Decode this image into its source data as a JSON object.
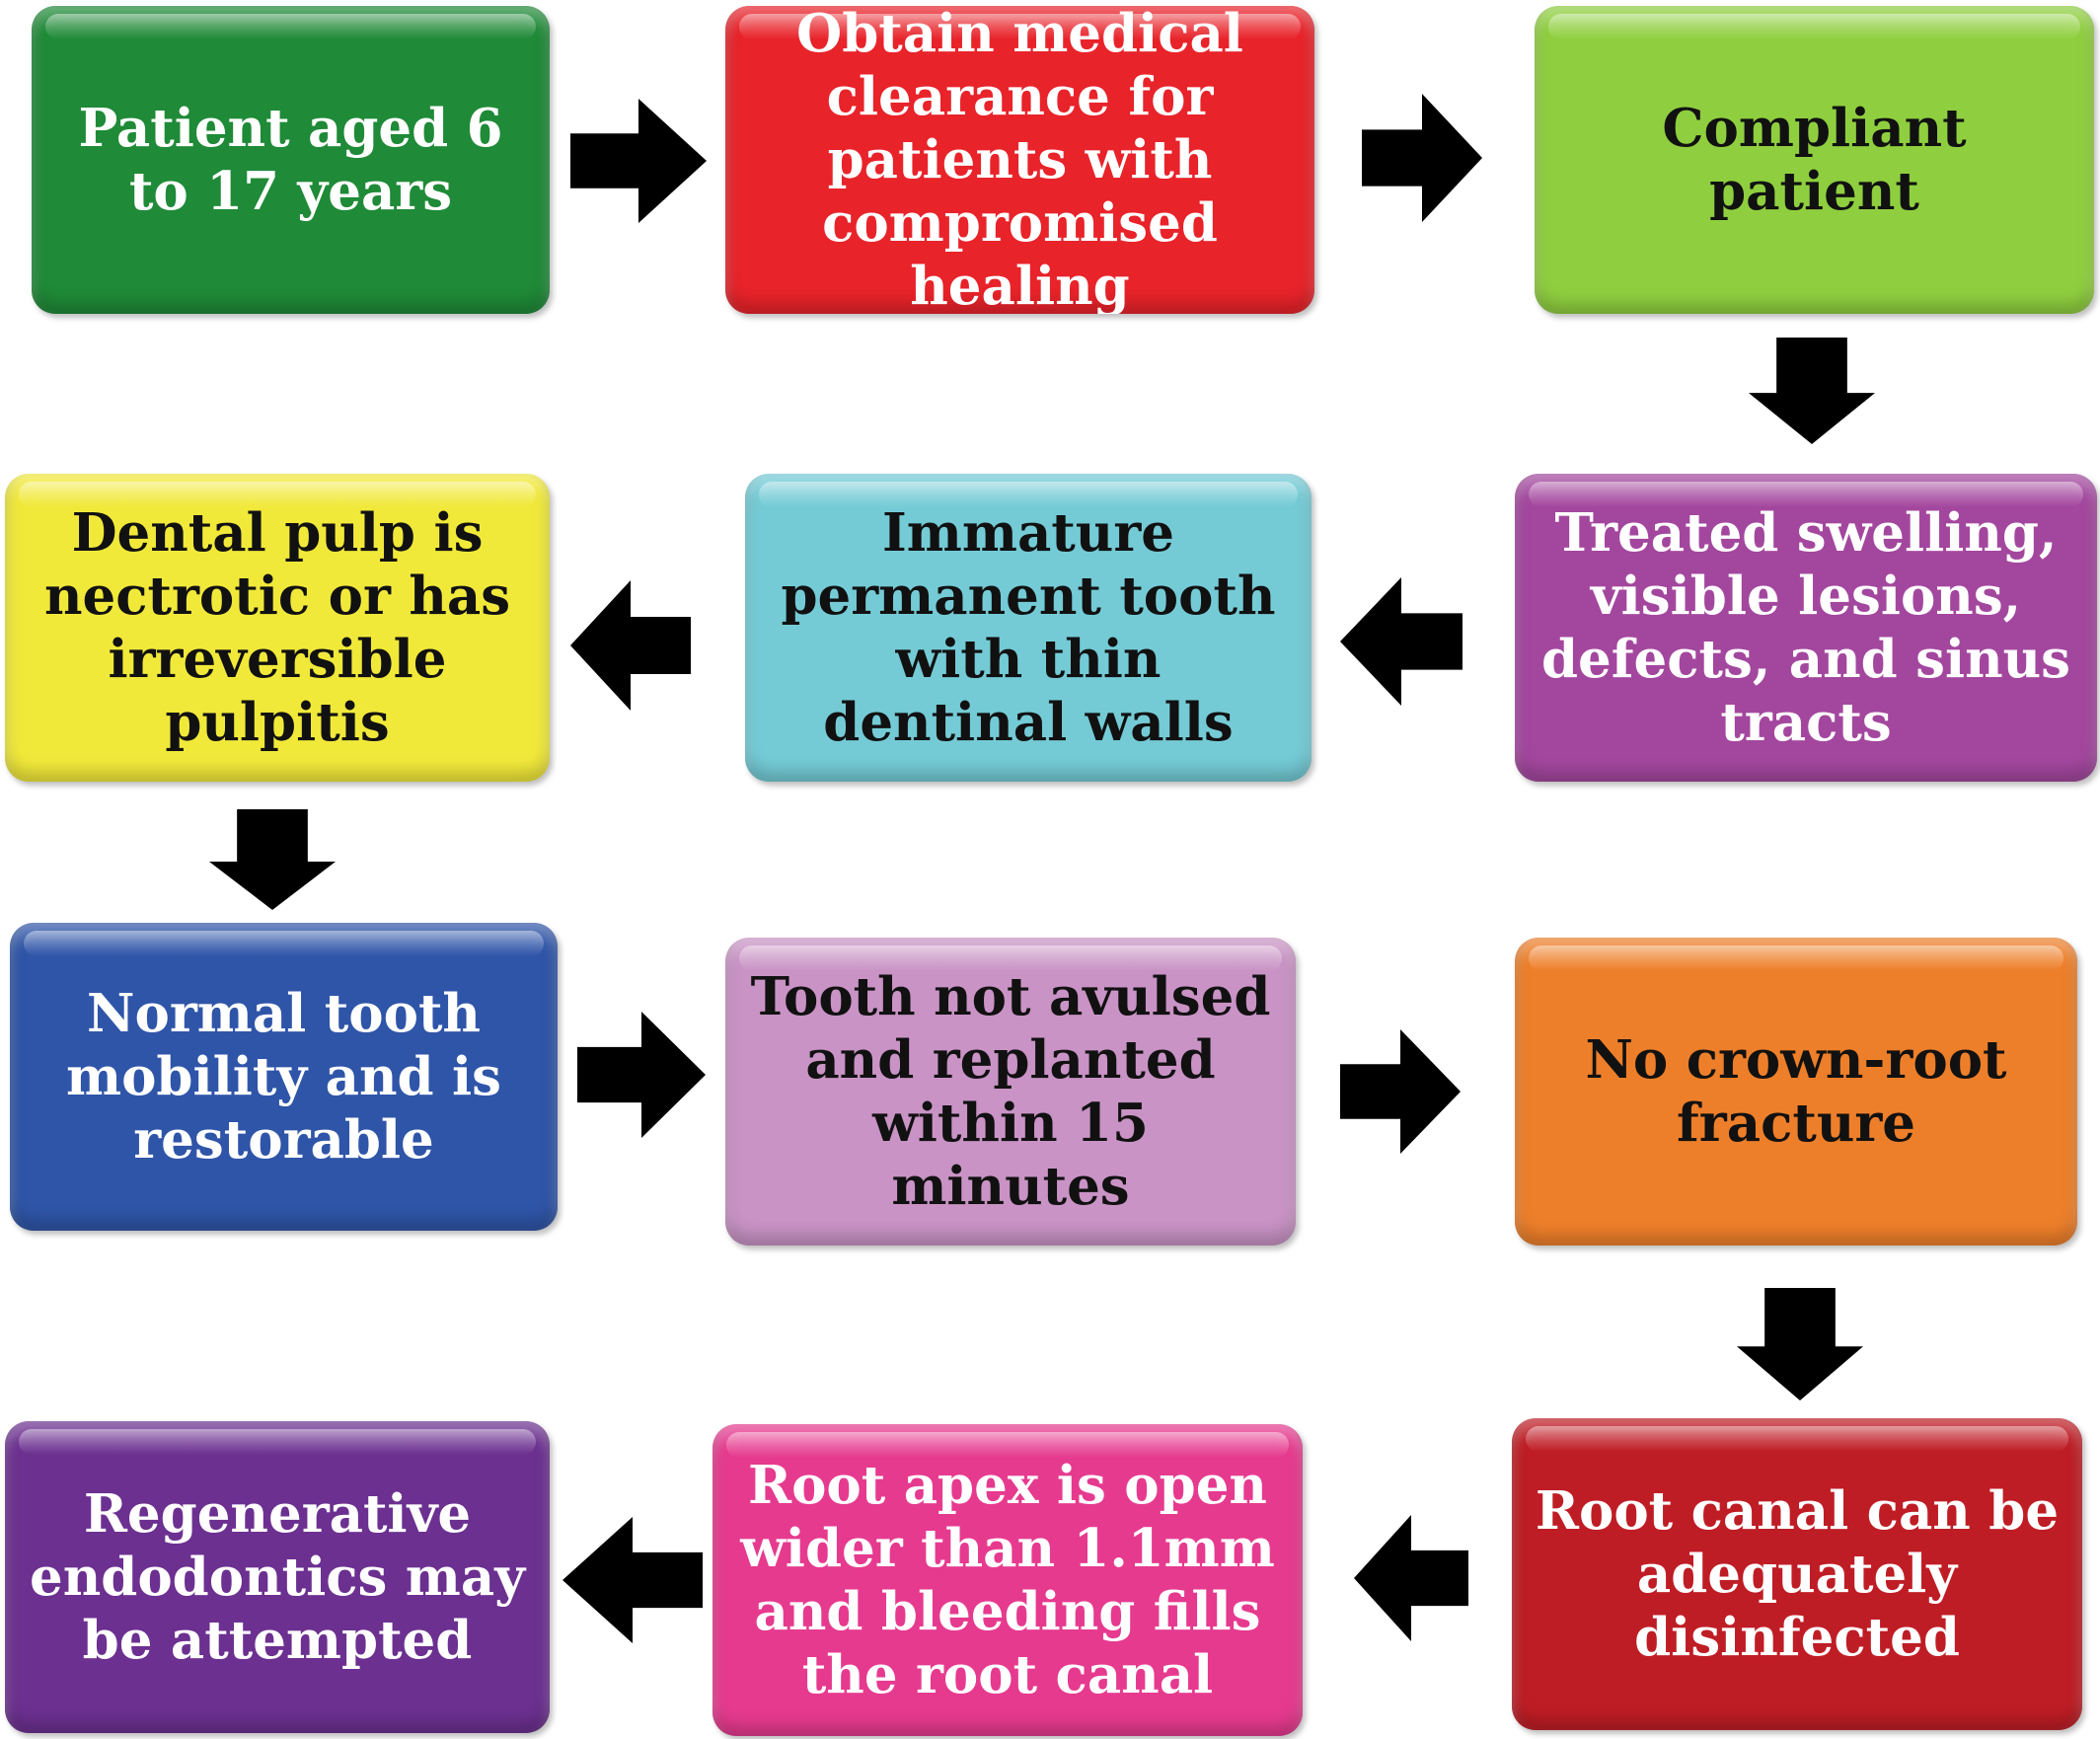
{
  "boxes": [
    {
      "id": "b1",
      "text": "Patient aged 6 to 17 years",
      "color": "#1f8a37"
    },
    {
      "id": "b2",
      "text": "Obtain medical clearance for patients with compromised healing",
      "color": "#e8232a"
    },
    {
      "id": "b3",
      "text": "Compliant patient",
      "color": "#8fcf3f"
    },
    {
      "id": "b4",
      "text": "Treated swelling, visible lesions, defects, and sinus tracts",
      "color": "#a3479e"
    },
    {
      "id": "b5",
      "text": "Immature permanent tooth with thin dentinal walls",
      "color": "#74cbd6"
    },
    {
      "id": "b6",
      "text": "Dental pulp is nectrotic or has irreversible pulpitis",
      "color": "#f1e93a"
    },
    {
      "id": "b7",
      "text": "Normal tooth mobility and is restorable",
      "color": "#2f55a8"
    },
    {
      "id": "b8",
      "text": "Tooth not avulsed and replanted within 15 minutes",
      "color": "#c993c5"
    },
    {
      "id": "b9",
      "text": "No crown-root fracture",
      "color": "#ee7f2a"
    },
    {
      "id": "b10",
      "text": "Root canal can be adequately disinfected",
      "color": "#bf1d25"
    },
    {
      "id": "b11",
      "text": "Root apex is open wider than 1.1mm and bleeding fills the root canal",
      "color": "#e63a8f"
    },
    {
      "id": "b12",
      "text": "Regenerative endodontics may be attempted",
      "color": "#6c3090"
    }
  ],
  "arrows": [
    {
      "from": "b1",
      "to": "b2",
      "direction": "right"
    },
    {
      "from": "b2",
      "to": "b3",
      "direction": "right"
    },
    {
      "from": "b3",
      "to": "b4",
      "direction": "down"
    },
    {
      "from": "b4",
      "to": "b5",
      "direction": "left"
    },
    {
      "from": "b5",
      "to": "b6",
      "direction": "left"
    },
    {
      "from": "b6",
      "to": "b7",
      "direction": "down"
    },
    {
      "from": "b7",
      "to": "b8",
      "direction": "right"
    },
    {
      "from": "b8",
      "to": "b9",
      "direction": "right"
    },
    {
      "from": "b9",
      "to": "b10",
      "direction": "down"
    },
    {
      "from": "b10",
      "to": "b11",
      "direction": "left"
    },
    {
      "from": "b11",
      "to": "b12",
      "direction": "left"
    }
  ]
}
